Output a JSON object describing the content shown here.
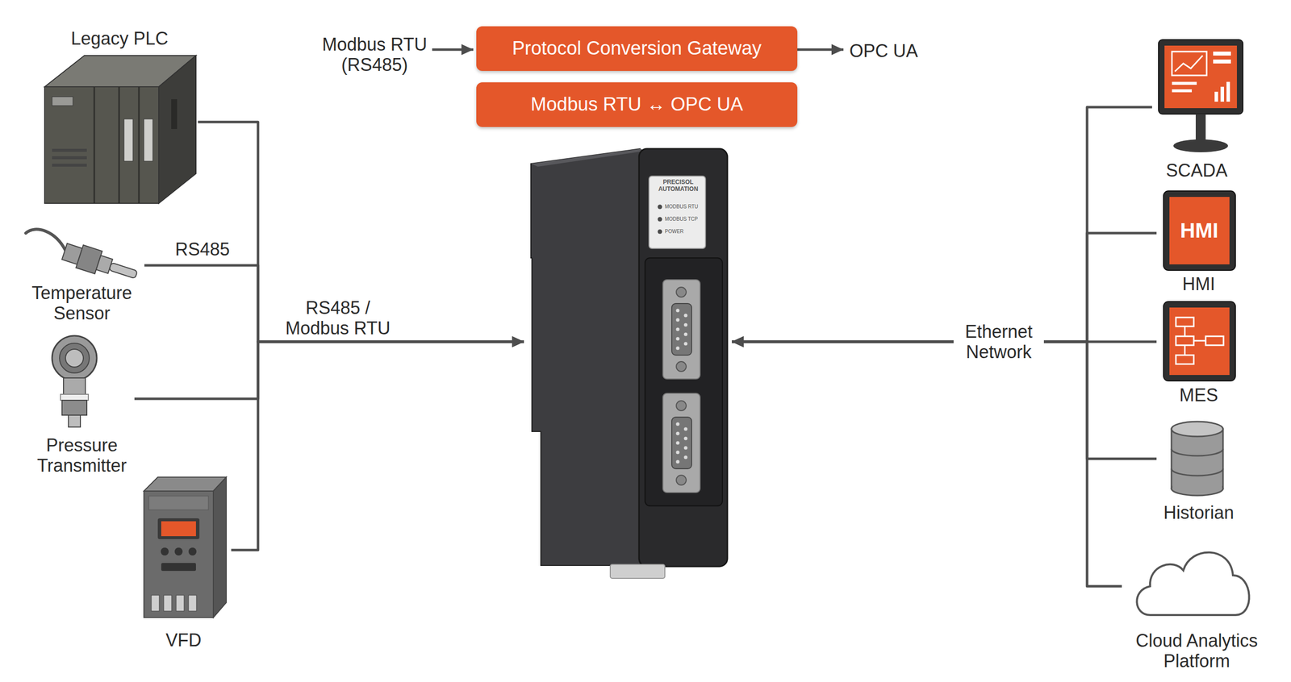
{
  "diagram": {
    "nodes": [
      {
        "text": [
          "Modbus RTU (RS485)"
        ]
      },
      {
        "text": [
          "Protocol Conversion Gateway"
        ]
      },
      {
        "text": [
          "OPC UA"
        ]
      },
      {
        "text": [
          "Modbus RTU ↔ OPC UA"
        ]
      },
      {
        "text": [
          "Legacy PLC"
        ]
      },
      {
        "text": [
          "Temperature Sensor"
        ]
      },
      {
        "text": [
          "Pressure Transmitter"
        ]
      },
      {
        "text": [
          "VFD"
        ]
      },
      {
        "text": [
          "PRECISOL AUTOMATION",
          "MODBUS RTU",
          "MODBUS TCP",
          "POWER"
        ]
      },
      {
        "text": [
          "SCADA"
        ]
      },
      {
        "text": [
          "HMI"
        ]
      },
      {
        "text": [
          "MES"
        ]
      },
      {
        "text": [
          "Historian"
        ]
      },
      {
        "text": [
          "Cloud Analytics Platform"
        ]
      }
    ],
    "edges": [
      {
        "from": 0,
        "to": 1,
        "arrow": "to"
      },
      {
        "from": 1,
        "to": 2,
        "arrow": "to"
      },
      {
        "from": 4,
        "to": 8,
        "arrow": "to",
        "label": "RS485 / Modbus RTU"
      },
      {
        "from": 5,
        "to": 8,
        "arrow": "to",
        "label": "RS485"
      },
      {
        "from": 6,
        "to": 8,
        "arrow": "to"
      },
      {
        "from": 7,
        "to": 8,
        "arrow": "to"
      },
      {
        "from": 9,
        "to": 8,
        "arrow": "to"
      },
      {
        "from": 10,
        "to": 8,
        "arrow": "to"
      },
      {
        "from": 11,
        "to": 8,
        "arrow": "to",
        "label": "Ethernet Network"
      },
      {
        "from": 12,
        "to": 8,
        "arrow": "to"
      },
      {
        "from": 13,
        "to": 8,
        "arrow": "to"
      }
    ],
    "labels": [
      "HMI"
    ]
  }
}
